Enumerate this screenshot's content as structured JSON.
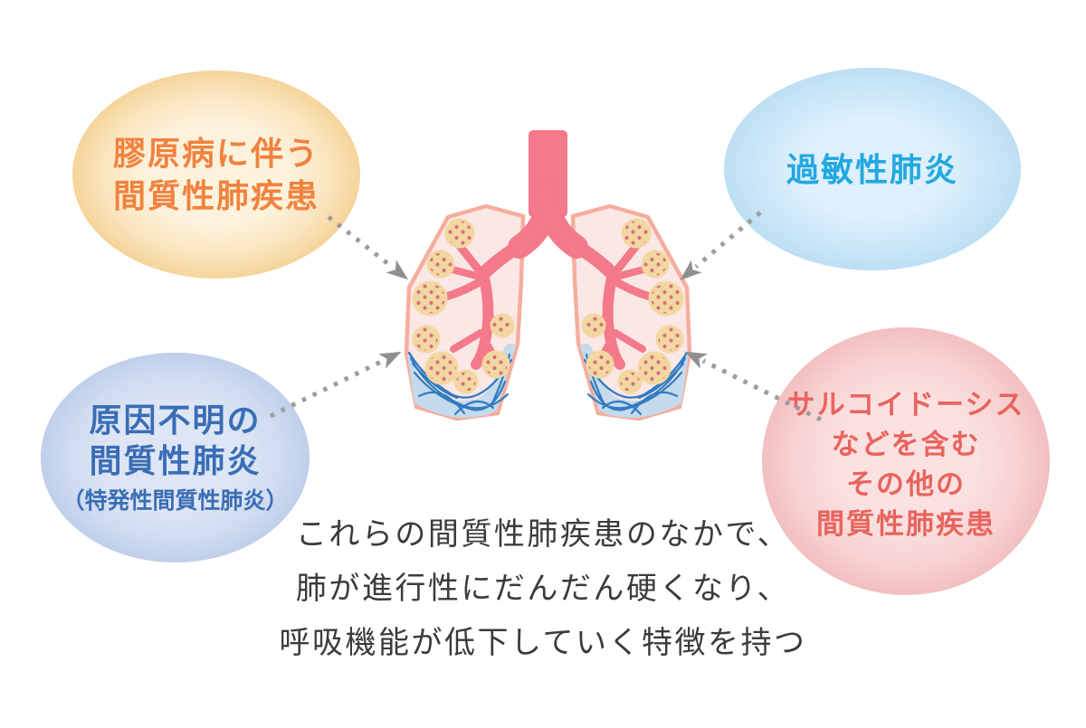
{
  "figure": {
    "background": "#FFFFFF"
  },
  "bubbles": {
    "collagen": {
      "line1": "膠原病に伴う",
      "line2": "間質性肺疾患",
      "text_color": "#F0823F",
      "fill": "#FAE4BC"
    },
    "hypersensitivity": {
      "line1": "過敏性肺炎",
      "text_color": "#23A8E0",
      "fill": "#CBE7F8"
    },
    "idiopathic": {
      "line1": "原因不明の",
      "line2": "間質性肺炎",
      "line3": "（特発性間質性肺炎）",
      "text_color": "#3A6DB5",
      "fill": "#CFDCF1"
    },
    "other": {
      "line1": "サルコイドーシス",
      "line2": "などを含む",
      "line3": "その他の",
      "line4": "間質性肺疾患",
      "text_color": "#E8645E",
      "fill": "#F8D2D2"
    }
  },
  "caption": {
    "line1": "これらの間質性肺疾患のなかで、",
    "line2": "肺が進行性にだんだん硬くなり、",
    "line3": "呼吸機能が低下していく特徴を持つ",
    "color": "#3B3B3B"
  },
  "illustration": {
    "name": "lungs-illustration",
    "lung_fill": "#FBE7E5",
    "lung_outline": "#F5AE9E",
    "airway_color": "#F4798B",
    "granuloma_fill": "#F3D7A1",
    "granuloma_dot": "#D4707E",
    "fibrosis_band": "#C5DAEC",
    "fibrosis_line": "#2F7BC2"
  },
  "arrows": {
    "dot_color": "#9D9D9D",
    "head_color": "#8F8F8F"
  }
}
